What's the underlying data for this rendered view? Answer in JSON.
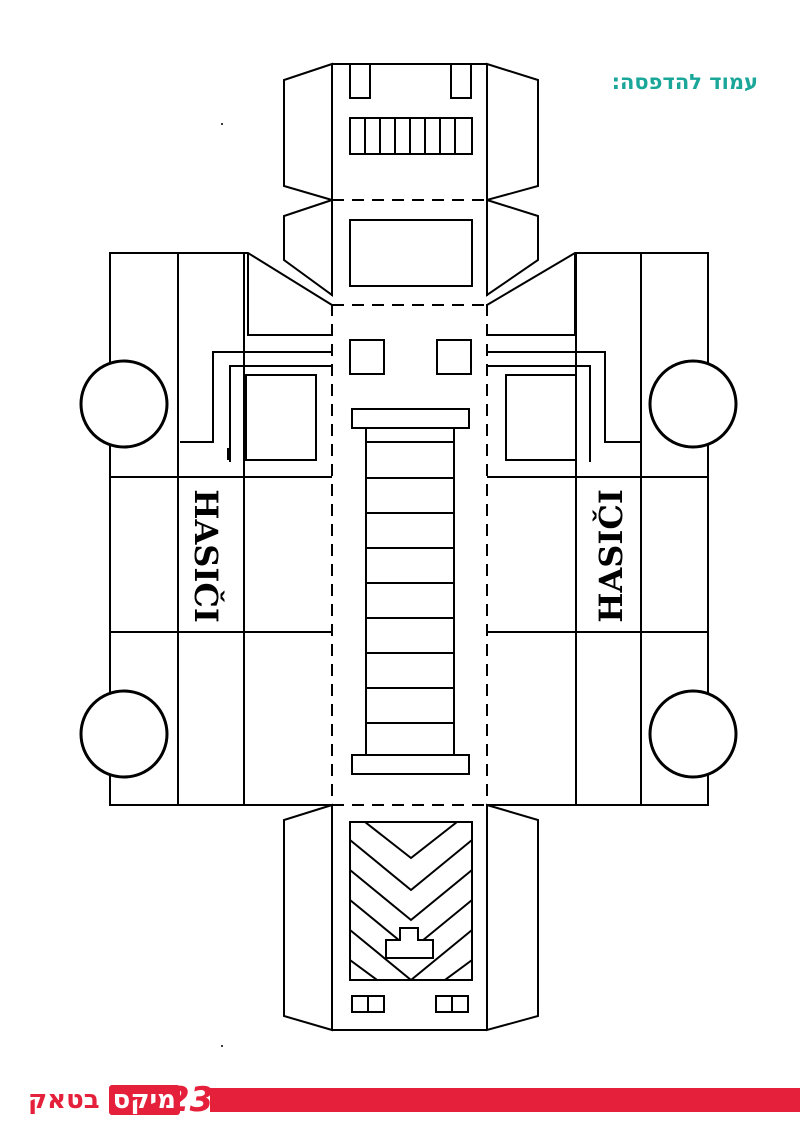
{
  "header": {
    "print_label": "עמוד להדפסה:"
  },
  "model": {
    "side_text_left": "HASIČI",
    "side_text_right": "HASIČI"
  },
  "footer": {
    "page_number": "23",
    "magazine_word1": "בטאק",
    "magazine_word2": "מיקס"
  },
  "colors": {
    "accent": "#1aa79a",
    "brand": "#e5203a",
    "line": "#000000"
  }
}
